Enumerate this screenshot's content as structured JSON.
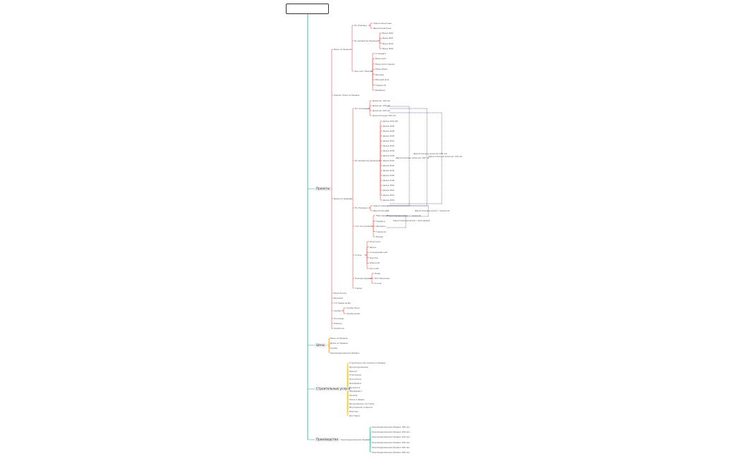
{
  "colors": {
    "trunk": "#2fb59b",
    "projects": "#e8574d",
    "prices": "#f0a431",
    "services": "#f2c500",
    "production": "#3cc9b0",
    "relation": "#2b2b55"
  },
  "root": {
    "title": ""
  },
  "categories": [
    {
      "key": "projects",
      "label": "Проекты"
    },
    {
      "key": "prices",
      "label": "Цены"
    },
    {
      "key": "services",
      "label": "Строительные услуги"
    },
    {
      "key": "production",
      "label": "Производство"
    }
  ],
  "projects": {
    "bath": {
      "label": "Бани из бревна",
      "by_size": {
        "label": "По Размеру",
        "items": [
          "Однокомнатные",
          "Двухкомнатные"
        ]
      },
      "by_diameter": {
        "label": "По диаметру бревна",
        "items": [
          "Бани Ф20",
          "Бани Ф22",
          "Бани Ф24",
          "Бани Ф26"
        ]
      },
      "by_purpose": {
        "label": "Чек-лист Ремонт",
        "items": [
          "Стандарт",
          "Бани-дом",
          "Бани для отдыха",
          "Мини-бани",
          "Дачные",
          "Банный дом",
          "Террасой",
          "Барбекю"
        ]
      }
    },
    "frame_bath": {
      "label": "Каркас бани из бревна"
    },
    "houses": {
      "label": "Дома из бревна",
      "by_area": {
        "label": "По площади",
        "items": [
          "Дома до 100 м2",
          "Дома до 150 м2",
          "Дома до 200 м2",
          "Дома больше 200 м2"
        ]
      },
      "by_diameter": {
        "label": "По диаметру бревна",
        "items": [
          "Дома Ф24-26",
          "Дома Ф26",
          "Дома Ф28",
          "Дома Ф30",
          "Дома Ф32",
          "Дома Ф34",
          "Дома Ф36",
          "Дома Ф38",
          "Дома Ф40",
          "Дома Ф42",
          "Дома Ф44",
          "Дома Ф46",
          "Дома Ф48",
          "Дома Ф50",
          "Дома Ф52",
          "Дома Ф54",
          "Дома Ф56"
        ]
      },
      "by_size": {
        "label": "По Размеру",
        "items": [
          "Одноэтажные",
          "Двухэтажные"
        ]
      },
      "by_purpose": {
        "label": "Тип постройки",
        "items": [
          "Мансарда",
          "Терраса",
          "Эркером",
          "Гаражом",
          "Баней"
        ]
      },
      "by_style": {
        "label": "Стиль",
        "items": [
          "Классика",
          "Шале",
          "Скандинавский",
          "Кантри",
          "Финский",
          "Русский"
        ]
      },
      "by_wood": {
        "label": "Порода дерева",
        "items": [
          "Кедр",
          "Лиственница",
          "Сосна"
        ]
      },
      "baths_extra": {
        "label": "Гараж"
      }
    },
    "misc": {
      "items": [
        "Бани-бочки",
        "Беседки",
        "Гостевые дома",
        "Колодцы",
        "Навесы",
        "Хозблоки",
        "Веранды"
      ],
      "cut_item": {
        "label": "Срубы",
        "items": [
          "Срубы бани",
          "Срубы дома"
        ]
      }
    }
  },
  "relations": [
    "Двухэтажные дома до 150 м2",
    "Двухэтажные дома до 200 м2",
    "Одноэтажные дома до 150 м2",
    "Одноэтажные дома до 200 м2",
    "Двухэтажные дома с террасой",
    "Одноэтажные дома с мансардой",
    "Двухэтажные дома с гаражом"
  ],
  "prices": {
    "items": [
      "Бани из бревна",
      "Дома из бревна",
      "Срубы",
      "Оцилиндрованное бревно"
    ]
  },
  "services": {
    "items": [
      "Строительство домов из бревна",
      "Проектирование",
      "Ремонт",
      "Утепление",
      "Конопатка",
      "Шлифовка",
      "Покраска",
      "Фундамент",
      "Кровля",
      "Окна и двери",
      "Инженерные системы",
      "Внутренняя отделка",
      "Монтаж",
      "Доставка"
    ]
  },
  "production": {
    "label": "Оцилиндрованное бревно",
    "items": [
      "Оцилиндрованное бревно 180 мм",
      "Оцилиндрованное бревно 200 мм",
      "Оцилиндрованное бревно 220 мм",
      "Оцилиндрованное бревно 240 мм",
      "Оцилиндрованное бревно 260 мм",
      "Оцилиндрованное бревно 280 мм"
    ]
  }
}
